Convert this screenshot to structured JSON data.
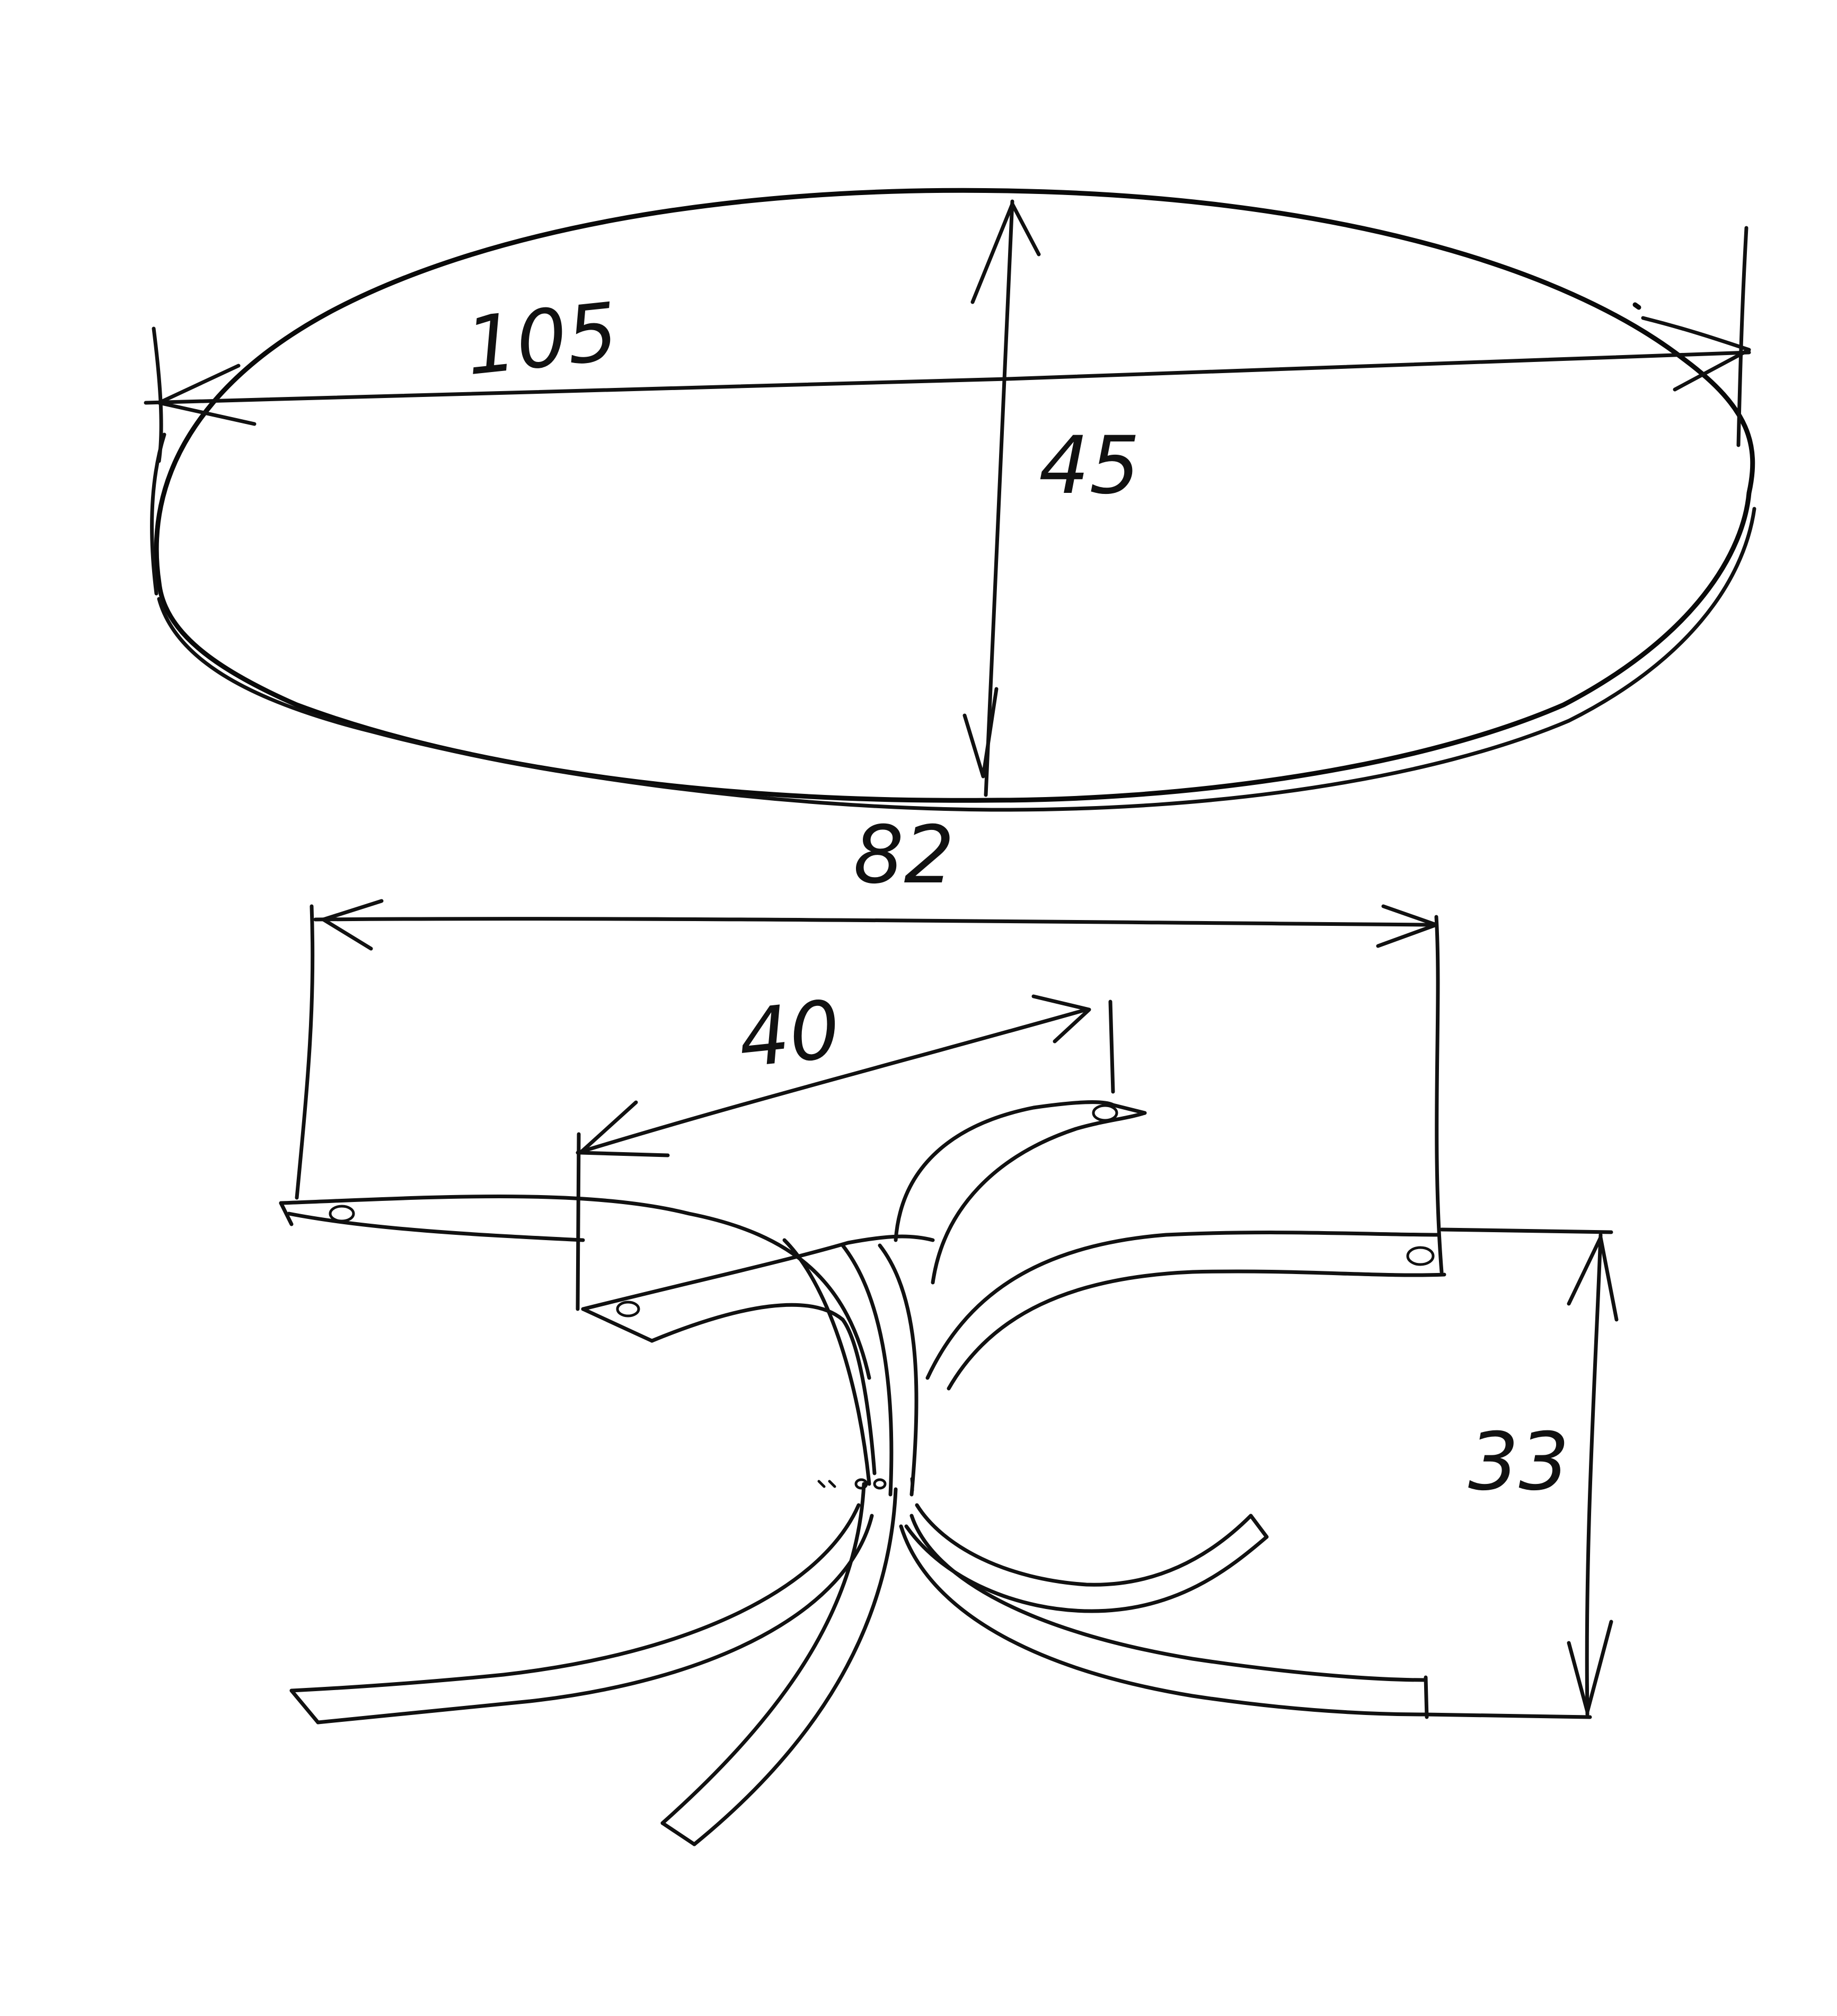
{
  "drawing": {
    "ink_color": "#111111",
    "paper_color": "#ffffff"
  },
  "tabletop": {
    "length_label": "105",
    "width_label": "45"
  },
  "base": {
    "span_label": "82",
    "arm_label": "40",
    "height_label": "33"
  }
}
